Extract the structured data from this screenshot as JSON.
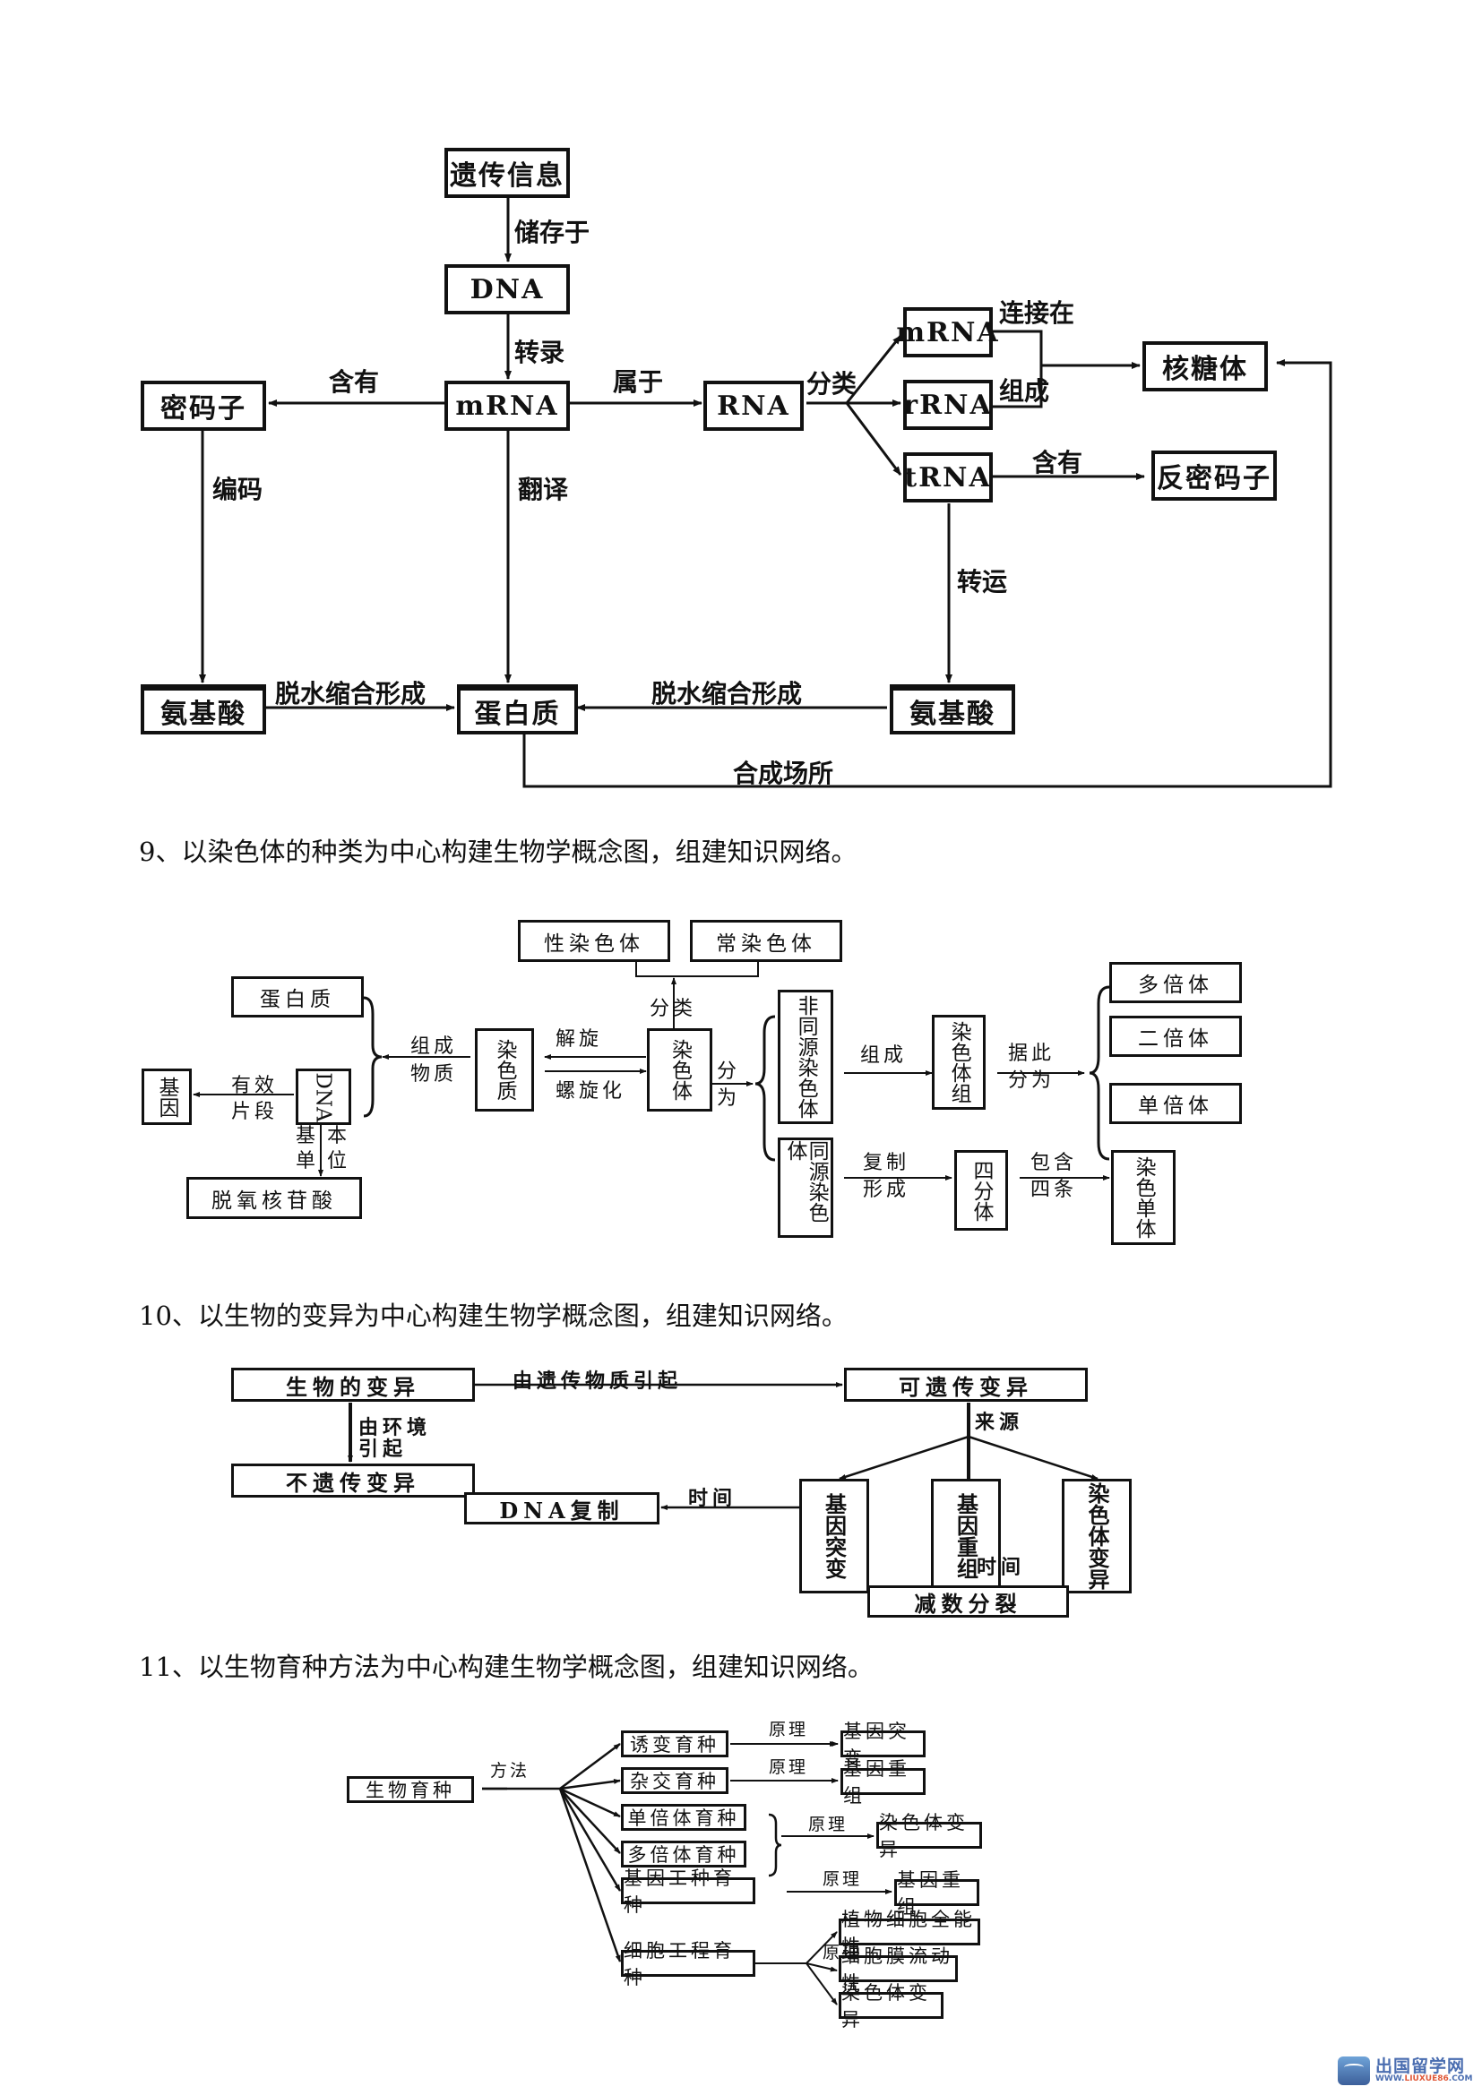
{
  "diagram8": {
    "boxes": {
      "genetic_info": "遗传信息",
      "dna": "DNA",
      "mrna": "mRNA",
      "codon": "密码子",
      "rna": "RNA",
      "mrna2": "mRNA",
      "rrna": "rRNA",
      "trna": "tRNA",
      "ribosome": "核糖体",
      "anticodon": "反密码子",
      "amino_acid_left": "氨基酸",
      "protein": "蛋白质",
      "amino_acid_right": "氨基酸"
    },
    "labels": {
      "stored_in": "储存于",
      "transcription": "转录",
      "contains_left": "含有",
      "belongs_to": "属于",
      "classify": "分类",
      "attached_to": "连接在",
      "composes": "组成",
      "contains_right": "含有",
      "encodes": "编码",
      "translation": "翻译",
      "transport": "转运",
      "dehydration_left": "脱水缩合形成",
      "dehydration_right": "脱水缩合形成",
      "synthesis_site": "合成场所"
    }
  },
  "q9": {
    "heading": "9、以染色体的种类为中心构建生物学概念图，组建知识网络。",
    "boxes": {
      "sex_chromosome": "性染色体",
      "autosome": "常染色体",
      "protein": "蛋白质",
      "gene": "基因",
      "dna": "DNA",
      "deoxynucleotide": "脱氧核苷酸",
      "chromatin": "染色质",
      "chromosome": "染色体",
      "non_homologous": "非同源染色体",
      "homologous": "同源染色体",
      "chromosome_set": "染色体组",
      "polyploid": "多倍体",
      "diploid": "二倍体",
      "haploid": "单倍体",
      "tetrad": "四分体",
      "chromatid": "染色单体"
    },
    "labels": {
      "compose_material_1": "组成",
      "compose_material_2": "物质",
      "effective_1": "有效",
      "effective_2": "片段",
      "basic_unit_1": "基",
      "basic_unit_2": "单",
      "basic_unit_3": "本",
      "basic_unit_4": "位",
      "unwind": "解旋",
      "spiralize": "螺旋化",
      "classify": "分类",
      "divided_1": "分",
      "divided_2": "为",
      "compose": "组成",
      "accordingly_1": "据此",
      "accordingly_2": "分为",
      "replicate_1": "复制",
      "replicate_2": "形成",
      "contains_1": "包含",
      "contains_2": "四条"
    }
  },
  "q10": {
    "heading": "10、以生物的变异为中心构建生物学概念图，组建知识网络。",
    "boxes": {
      "variation": "生物的变异",
      "heritable": "可遗传变异",
      "non_heritable": "不遗传变异",
      "gene_mutation": "基因突变",
      "gene_recombination": "基因重组",
      "chromosome_variation": "染色体变异",
      "dna_replication": "DNA复制",
      "meiosis": "减数分裂"
    },
    "labels": {
      "by_genetic_material": "由遗传物质引起",
      "by_environment_1": "由环境",
      "by_environment_2": "引起",
      "source": "来源",
      "time_left": "时间",
      "time_bottom": "时间"
    }
  },
  "q11": {
    "heading": "11、以生物育种方法为中心构建生物学概念图，组建知识网络。",
    "boxes": {
      "breeding": "生物育种",
      "mutation_breeding": "诱变育种",
      "cross_breeding": "杂交育种",
      "haploid_breeding": "单倍体育种",
      "polyploid_breeding": "多倍体育种",
      "genetic_eng_breeding": "基因工种育种",
      "cell_eng_breeding": "细胞工程育种",
      "gene_mutation": "基因突变",
      "gene_recombination_1": "基因重组",
      "chromosome_variation_1": "染色体变异",
      "gene_recombination_2": "基因重组",
      "totipotency": "植物细胞全能性",
      "membrane_fluidity": "细胞膜流动性",
      "chromosome_variation_2": "染色体变异"
    },
    "labels": {
      "method": "方法",
      "principle_1": "原理",
      "principle_2": "原理",
      "principle_3": "原理",
      "principle_4": "原理",
      "principle_5": "原理"
    }
  },
  "watermark": {
    "name": "出国留学网",
    "url_prefix": "WWW.",
    "url_highlight": "LIUXUE86",
    "url_suffix": ".COM"
  }
}
